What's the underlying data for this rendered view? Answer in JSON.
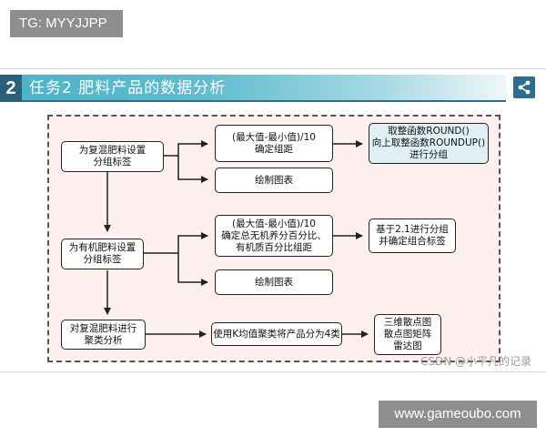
{
  "tag": "TG: MYYJJPP",
  "title": {
    "number": "2",
    "text": "任务2 肥料产品的数据分析"
  },
  "share_icon": "share-icon",
  "diagram": {
    "row1": {
      "source": [
        "为复混肥料设置",
        "分组标签"
      ],
      "step_a": [
        "(最大值-最小值)/10",
        "确定组距"
      ],
      "step_b": [
        "绘制图表"
      ],
      "result": [
        "取整函数ROUND()",
        "向上取整函数ROUNDUP()",
        "进行分组"
      ]
    },
    "row2": {
      "source": [
        "为有机肥料设置",
        "分组标签"
      ],
      "step_a": [
        "(最大值-最小值)/10",
        "确定总无机养分百分比、",
        "有机质百分比组距"
      ],
      "step_b": [
        "绘制图表"
      ],
      "result": [
        "基于2.1进行分组",
        "并确定组合标签"
      ]
    },
    "row3": {
      "source": [
        "对复混肥料进行",
        "聚类分析"
      ],
      "step_a": [
        "使用K均值聚类将产品分为4类"
      ],
      "result": [
        "三维散点图",
        "散点图矩阵",
        "雷达图"
      ]
    }
  },
  "watermark": "CSDN @小平凡的记录",
  "site": "www.gameoubo.com",
  "colors": {
    "title_gradient": "#4ab3c9",
    "title_dark": "#2c5f7a",
    "diagram_bg": "#fdf0ef",
    "highlight_box": "#dff0f3"
  }
}
